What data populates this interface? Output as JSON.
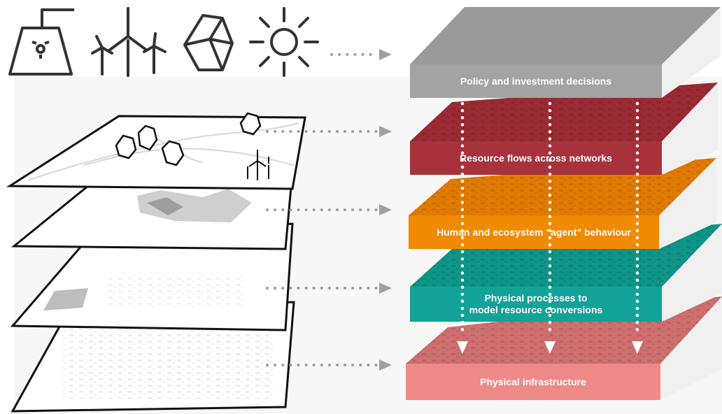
{
  "layers": [
    {
      "id": "policy",
      "label": "Policy and investment decisions",
      "top_color": "#9a9a9a",
      "front_color": "#a3a3a3",
      "side_color": "#f0f0f0"
    },
    {
      "id": "resource-flows",
      "label": "Resource flows across networks",
      "top_color": "#9a2a33",
      "front_color": "#a8323c",
      "side_color": "#f0f0f0"
    },
    {
      "id": "agent-behaviour",
      "label": "Human and ecosystem \"agent\" behaviour",
      "top_color": "#e07b00",
      "front_color": "#f08a00",
      "side_color": "#f0f0f0"
    },
    {
      "id": "physical-processes",
      "label": "Physical processes to\nmodel resource conversions",
      "top_color": "#0e9488",
      "front_color": "#12a297",
      "side_color": "#f0f0f0"
    },
    {
      "id": "physical-infrastructure",
      "label": "Physical infrastructure",
      "top_color": "#cf6f6f",
      "front_color": "#ee8a88",
      "side_color": "#f0f0f0"
    }
  ],
  "icons": [
    "nuclear-plant-icon",
    "wind-turbines-icon",
    "rock-resource-icon",
    "sun-icon"
  ],
  "colors": {
    "outline": "#222222",
    "arrow": "#a0a0a0",
    "dots": "#ffffff"
  }
}
